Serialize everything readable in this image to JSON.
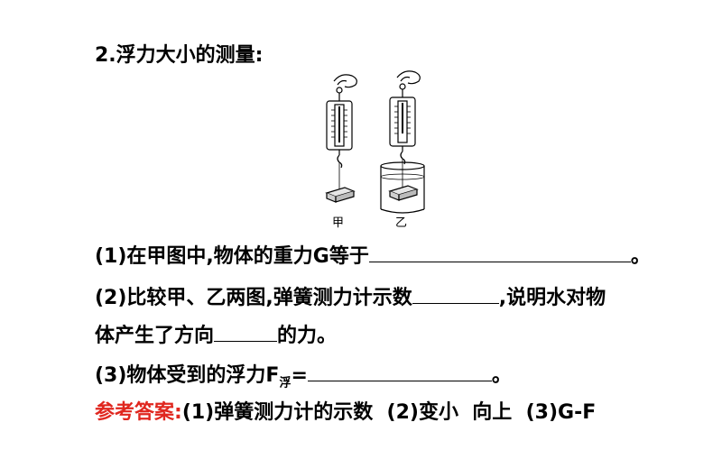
{
  "title": "2.浮力大小的测量:",
  "figure": {
    "label_left": "甲",
    "label_right": "乙"
  },
  "q1": {
    "prefix": "(1)在甲图中,物体的重力G等于",
    "suffix": "。"
  },
  "q2": {
    "prefix": "(2)比较甲、乙两图,弹簧测力计示数",
    "middle": ",说明水对物",
    "line2_prefix": "体产生了方向",
    "line2_suffix": "的力。"
  },
  "q3": {
    "prefix": "(3)物体受到的浮力F",
    "subscript": "浮",
    "equals": "=",
    "suffix": "。"
  },
  "answer": {
    "label": "参考答案:",
    "text": "(1)弹簧测力计的示数  (2)变小  向上  (3)G-F"
  }
}
